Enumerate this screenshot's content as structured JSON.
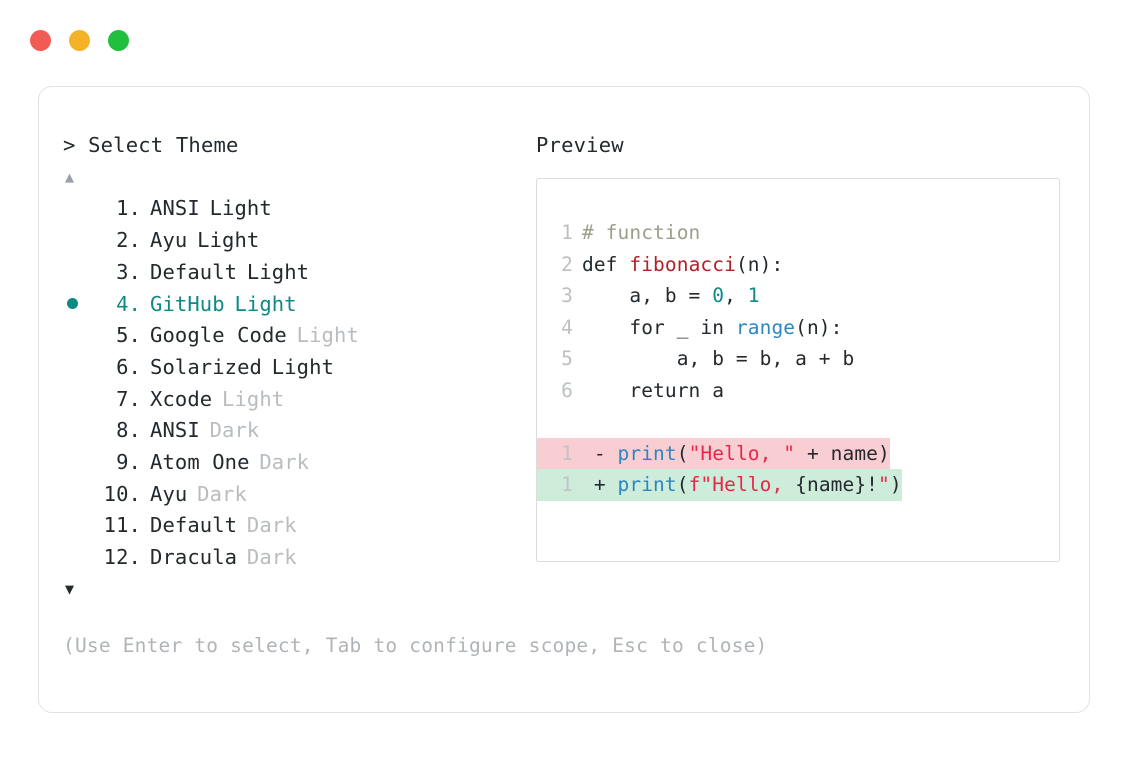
{
  "window": {
    "dots": [
      {
        "name": "close-dot",
        "color": "#f15b56"
      },
      {
        "name": "minimize-dot",
        "color": "#f5b227"
      },
      {
        "name": "maximize-dot",
        "color": "#22be3e"
      }
    ]
  },
  "selector": {
    "prompt_symbol": ">",
    "prompt_label": "Select Theme",
    "scroll_up_glyph": "▲",
    "scroll_down_glyph": "▼",
    "selected_index": 4,
    "selected_color": "#0e8a84",
    "items": [
      {
        "number": "1.",
        "name": "ANSI",
        "suffix": "Light",
        "suffix_muted": false,
        "selected": false
      },
      {
        "number": "2.",
        "name": "Ayu",
        "suffix": "Light",
        "suffix_muted": false,
        "selected": false
      },
      {
        "number": "3.",
        "name": "Default",
        "suffix": "Light",
        "suffix_muted": false,
        "selected": false
      },
      {
        "number": "4.",
        "name": "GitHub",
        "suffix": "Light",
        "suffix_muted": false,
        "selected": true
      },
      {
        "number": "5.",
        "name": "Google Code",
        "suffix": "Light",
        "suffix_muted": true,
        "selected": false
      },
      {
        "number": "6.",
        "name": "Solarized",
        "suffix": "Light",
        "suffix_muted": false,
        "selected": false
      },
      {
        "number": "7.",
        "name": "Xcode",
        "suffix": "Light",
        "suffix_muted": true,
        "selected": false
      },
      {
        "number": "8.",
        "name": "ANSI",
        "suffix": "Dark",
        "suffix_muted": true,
        "selected": false
      },
      {
        "number": "9.",
        "name": "Atom One",
        "suffix": "Dark",
        "suffix_muted": true,
        "selected": false
      },
      {
        "number": "10.",
        "name": "Ayu",
        "suffix": "Dark",
        "suffix_muted": true,
        "selected": false
      },
      {
        "number": "11.",
        "name": "Default",
        "suffix": "Dark",
        "suffix_muted": true,
        "selected": false
      },
      {
        "number": "12.",
        "name": "Dracula",
        "suffix": "Dark",
        "suffix_muted": true,
        "selected": false
      }
    ],
    "hint": "(Use Enter to select, Tab to configure scope, Esc to close)"
  },
  "preview": {
    "title": "Preview",
    "code_lines": [
      {
        "ln": "1",
        "tokens": [
          {
            "t": "# function",
            "c": "c-comment"
          }
        ]
      },
      {
        "ln": "2",
        "tokens": [
          {
            "t": "def ",
            "c": "c-plain"
          },
          {
            "t": "fibonacci",
            "c": "c-func"
          },
          {
            "t": "(n):",
            "c": "c-plain"
          }
        ]
      },
      {
        "ln": "3",
        "tokens": [
          {
            "t": "    a, b = ",
            "c": "c-plain"
          },
          {
            "t": "0",
            "c": "c-num"
          },
          {
            "t": ", ",
            "c": "c-plain"
          },
          {
            "t": "1",
            "c": "c-num"
          }
        ]
      },
      {
        "ln": "4",
        "tokens": [
          {
            "t": "    for _ in ",
            "c": "c-plain"
          },
          {
            "t": "range",
            "c": "c-builtin"
          },
          {
            "t": "(n):",
            "c": "c-plain"
          }
        ]
      },
      {
        "ln": "5",
        "tokens": [
          {
            "t": "        a, b = b, a + b",
            "c": "c-plain"
          }
        ]
      },
      {
        "ln": "6",
        "tokens": [
          {
            "t": "    return a",
            "c": "c-plain"
          }
        ]
      }
    ],
    "diff_lines": [
      {
        "ln": "1",
        "kind": "removed",
        "marker": "-",
        "bg": "#f9ced3",
        "tokens": [
          {
            "t": " - ",
            "c": "c-plain"
          },
          {
            "t": "print",
            "c": "c-builtin"
          },
          {
            "t": "(",
            "c": "c-plain"
          },
          {
            "t": "\"Hello, \"",
            "c": "c-str"
          },
          {
            "t": " + name)",
            "c": "c-plain"
          }
        ]
      },
      {
        "ln": "1",
        "kind": "added",
        "marker": "+",
        "bg": "#cdecd9",
        "tokens": [
          {
            "t": " + ",
            "c": "c-plain"
          },
          {
            "t": "print",
            "c": "c-builtin"
          },
          {
            "t": "(",
            "c": "c-plain"
          },
          {
            "t": "f\"Hello, ",
            "c": "c-str"
          },
          {
            "t": "{name}!",
            "c": "c-plain"
          },
          {
            "t": "\"",
            "c": "c-str"
          },
          {
            "t": ")",
            "c": "c-plain"
          }
        ]
      }
    ]
  }
}
